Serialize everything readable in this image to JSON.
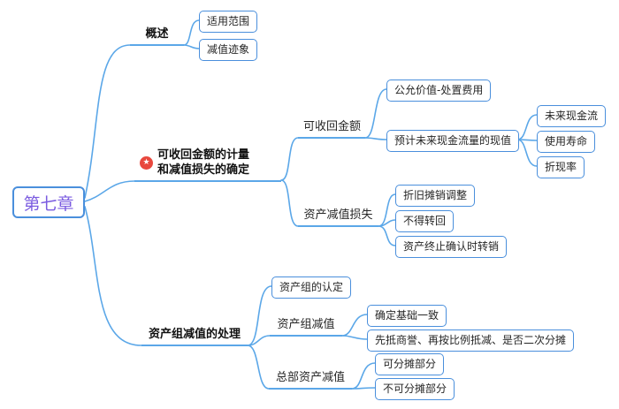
{
  "nodes": {
    "chapter": {
      "label": "第七章"
    },
    "overview": {
      "label": "概述"
    },
    "scope": {
      "label": "适用范围"
    },
    "impairment_signs": {
      "label": "减值迹象"
    },
    "measurement": {
      "label": "可收回金额的计量\n和减值损失的确定"
    },
    "recoverable_amount": {
      "label": "可收回金额"
    },
    "fair_value_minus_disposal": {
      "label": "公允价值-处置费用"
    },
    "present_value_future_cash": {
      "label": "预计未来现金流量的现值"
    },
    "future_cash_flow": {
      "label": "未来现金流"
    },
    "useful_life": {
      "label": "使用寿命"
    },
    "discount_rate": {
      "label": "折现率"
    },
    "asset_impairment_loss": {
      "label": "资产减值损失"
    },
    "depreciation_amortization_adjust": {
      "label": "折旧摊销调整"
    },
    "no_reversal": {
      "label": "不得转回"
    },
    "writeoff_on_derecognition": {
      "label": "资产终止确认时转销"
    },
    "asset_group_treatment": {
      "label": "资产组减值的处理"
    },
    "asset_group_identification": {
      "label": "资产组的认定"
    },
    "asset_group_impairment": {
      "label": "资产组减值"
    },
    "consistent_basis": {
      "label": "确定基础一致"
    },
    "goodwill_first": {
      "label": "先抵商誉、再按比例抵减、是否二次分摊"
    },
    "hq_asset_impairment": {
      "label": "总部资产减值"
    },
    "allocatable_part": {
      "label": "可分摊部分"
    },
    "non_allocatable_part": {
      "label": "不可分摊部分"
    }
  },
  "icons": {
    "star": "★"
  },
  "colors": {
    "connector": "#5ba7e8",
    "node_border": "#4a8fdc",
    "root_text": "#7b5ce0",
    "star_bg": "#e8483e",
    "text": "#262626"
  }
}
